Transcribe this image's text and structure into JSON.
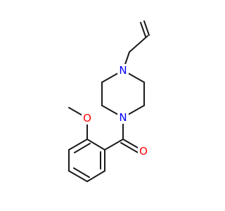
{
  "molecule": {
    "atoms": {
      "n_top": {
        "label": "N",
        "color": "#0000ff"
      },
      "n_bottom": {
        "label": "N",
        "color": "#0000ff"
      },
      "o_methoxy": {
        "label": "O",
        "color": "#ff0000"
      },
      "o_carbonyl": {
        "label": "O",
        "color": "#ff0000"
      }
    }
  }
}
